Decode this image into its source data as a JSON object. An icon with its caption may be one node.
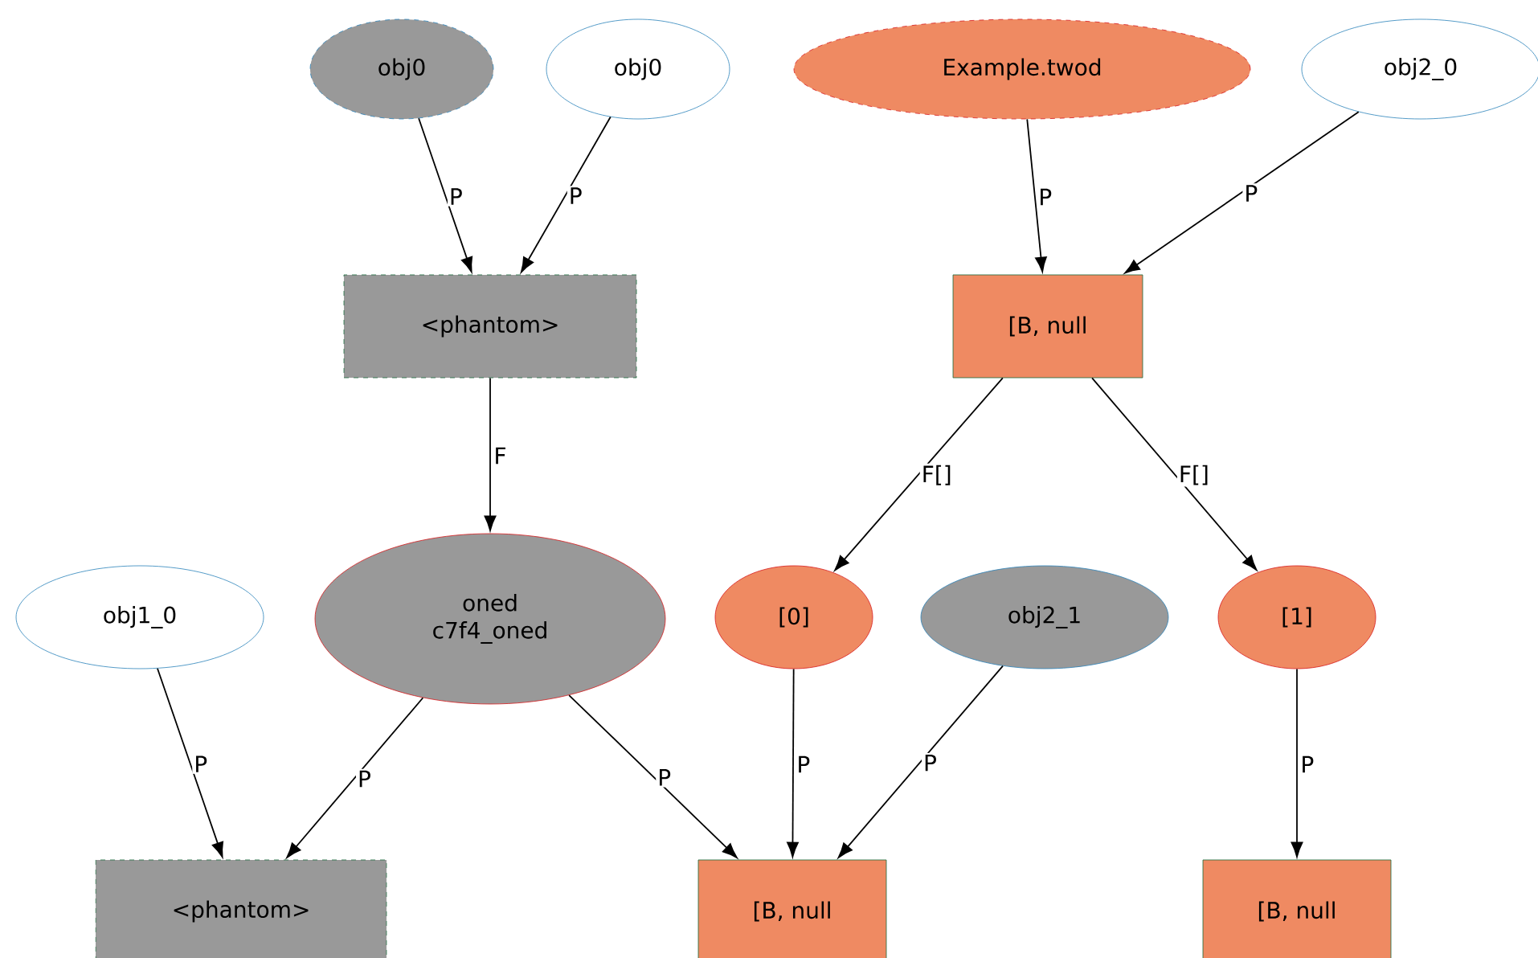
{
  "diagram": {
    "nodes": [
      {
        "text": [
          "obj0"
        ]
      },
      {
        "text": [
          "obj0"
        ]
      },
      {
        "text": [
          "Example.twod"
        ]
      },
      {
        "text": [
          "obj2_0"
        ]
      },
      {
        "text": [
          "<phantom>"
        ]
      },
      {
        "text": [
          "[B, null"
        ]
      },
      {
        "text": [
          "oned",
          "c7f4_oned"
        ]
      },
      {
        "text": [
          "obj1_0"
        ]
      },
      {
        "text": [
          "[0]"
        ]
      },
      {
        "text": [
          "obj2_1"
        ]
      },
      {
        "text": [
          "[1]"
        ]
      },
      {
        "text": [
          "<phantom>"
        ]
      },
      {
        "text": [
          "[B, null"
        ]
      },
      {
        "text": [
          "[B, null"
        ]
      }
    ],
    "edges": [
      {
        "from": 0,
        "to": 4,
        "arrow": "to",
        "label": "P"
      },
      {
        "from": 1,
        "to": 4,
        "arrow": "to",
        "label": "P"
      },
      {
        "from": 2,
        "to": 5,
        "arrow": "to",
        "label": "P"
      },
      {
        "from": 3,
        "to": 5,
        "arrow": "to",
        "label": "P"
      },
      {
        "from": 4,
        "to": 6,
        "arrow": "to",
        "label": "F"
      },
      {
        "from": 5,
        "to": 8,
        "arrow": "to",
        "label": "F[]"
      },
      {
        "from": 5,
        "to": 10,
        "arrow": "to",
        "label": "F[]"
      },
      {
        "from": 7,
        "to": 11,
        "arrow": "to",
        "label": "P"
      },
      {
        "from": 6,
        "to": 11,
        "arrow": "to",
        "label": "P"
      },
      {
        "from": 6,
        "to": 12,
        "arrow": "to",
        "label": "P"
      },
      {
        "from": 8,
        "to": 12,
        "arrow": "to",
        "label": "P"
      },
      {
        "from": 9,
        "to": 12,
        "arrow": "to",
        "label": "P"
      },
      {
        "from": 10,
        "to": 13,
        "arrow": "to",
        "label": "P"
      }
    ]
  }
}
